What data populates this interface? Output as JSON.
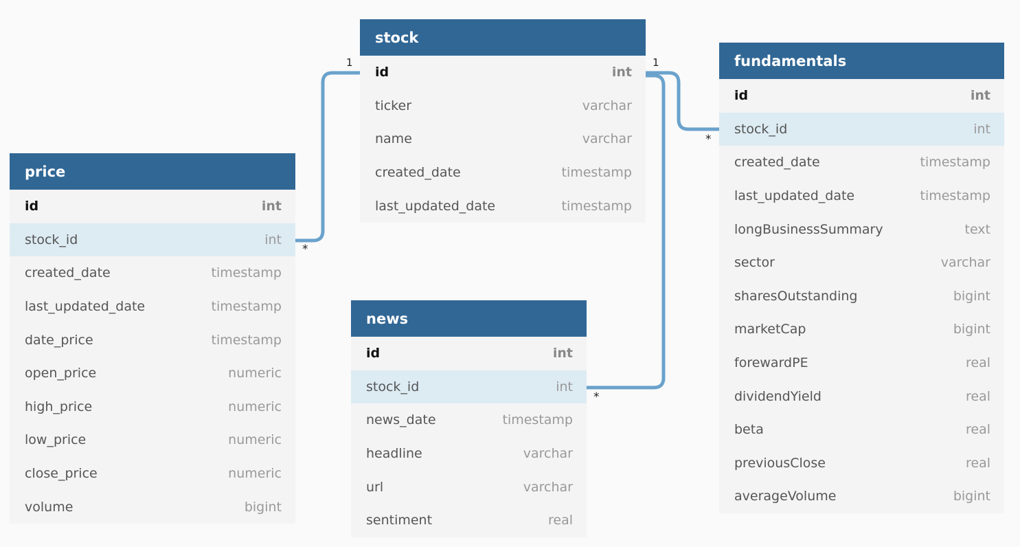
{
  "tables": {
    "stock": {
      "name": "stock",
      "fields": [
        {
          "name": "id",
          "type": "int"
        },
        {
          "name": "ticker",
          "type": "varchar"
        },
        {
          "name": "name",
          "type": "varchar"
        },
        {
          "name": "created_date",
          "type": "timestamp"
        },
        {
          "name": "last_updated_date",
          "type": "timestamp"
        }
      ]
    },
    "price": {
      "name": "price",
      "fields": [
        {
          "name": "id",
          "type": "int"
        },
        {
          "name": "stock_id",
          "type": "int"
        },
        {
          "name": "created_date",
          "type": "timestamp"
        },
        {
          "name": "last_updated_date",
          "type": "timestamp"
        },
        {
          "name": "date_price",
          "type": "timestamp"
        },
        {
          "name": "open_price",
          "type": "numeric"
        },
        {
          "name": "high_price",
          "type": "numeric"
        },
        {
          "name": "low_price",
          "type": "numeric"
        },
        {
          "name": "close_price",
          "type": "numeric"
        },
        {
          "name": "volume",
          "type": "bigint"
        }
      ]
    },
    "news": {
      "name": "news",
      "fields": [
        {
          "name": "id",
          "type": "int"
        },
        {
          "name": "stock_id",
          "type": "int"
        },
        {
          "name": "news_date",
          "type": "timestamp"
        },
        {
          "name": "headline",
          "type": "varchar"
        },
        {
          "name": "url",
          "type": "varchar"
        },
        {
          "name": "sentiment",
          "type": "real"
        }
      ]
    },
    "fundamentals": {
      "name": "fundamentals",
      "fields": [
        {
          "name": "id",
          "type": "int"
        },
        {
          "name": "stock_id",
          "type": "int"
        },
        {
          "name": "created_date",
          "type": "timestamp"
        },
        {
          "name": "last_updated_date",
          "type": "timestamp"
        },
        {
          "name": "longBusinessSummary",
          "type": "text"
        },
        {
          "name": "sector",
          "type": "varchar"
        },
        {
          "name": "sharesOutstanding",
          "type": "bigint"
        },
        {
          "name": "marketCap",
          "type": "bigint"
        },
        {
          "name": "forewardPE",
          "type": "real"
        },
        {
          "name": "dividendYield",
          "type": "real"
        },
        {
          "name": "beta",
          "type": "real"
        },
        {
          "name": "previousClose",
          "type": "real"
        },
        {
          "name": "averageVolume",
          "type": "bigint"
        }
      ]
    }
  },
  "relationships": {
    "price_stock": {
      "one_label": "1",
      "many_label": "*"
    },
    "fundamentals_stock": {
      "one_label": "1",
      "many_label": "*"
    },
    "news_stock": {
      "many_label": "*"
    }
  },
  "colors": {
    "header_bg": "#316795",
    "header_text": "#ffffff",
    "body_bg": "#f4f4f4",
    "highlight_row": "#ddebf3",
    "connector": "#6aa2cc"
  }
}
